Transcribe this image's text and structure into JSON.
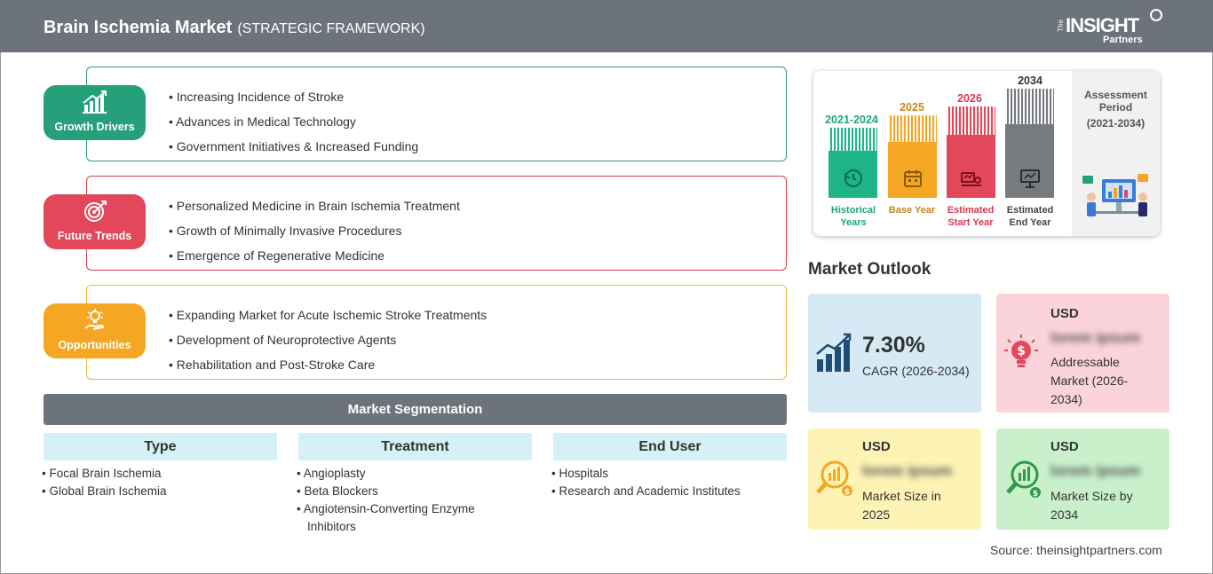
{
  "header": {
    "title": "Brain Ischemia Market",
    "subtitle": "(STRATEGIC FRAMEWORK)",
    "logo_the": "The",
    "logo_insight": "INSIGHT",
    "logo_partners": "Partners"
  },
  "framework": {
    "growth_drivers": {
      "label": "Growth Drivers",
      "items": [
        "Increasing Incidence of Stroke",
        "Advances in Medical Technology",
        "Government Initiatives & Increased Funding"
      ]
    },
    "future_trends": {
      "label": "Future Trends",
      "items": [
        "Personalized Medicine in Brain Ischemia Treatment",
        "Growth of Minimally Invasive Procedures",
        "Emergence of Regenerative Medicine"
      ]
    },
    "opportunities": {
      "label": "Opportunities",
      "items": [
        "Expanding Market for Acute Ischemic Stroke Treatments",
        "Development of Neuroprotective Agents",
        "Rehabilitation and Post-Stroke Care"
      ]
    }
  },
  "segmentation": {
    "title": "Market Segmentation",
    "columns": [
      {
        "header": "Type",
        "items": [
          "Focal Brain Ischemia",
          "Global Brain Ischemia"
        ]
      },
      {
        "header": "Treatment",
        "items": [
          "Angioplasty",
          "Beta Blockers",
          "Angiotensin-Converting Enzyme Inhibitors"
        ]
      },
      {
        "header": "End User",
        "items": [
          "Hospitals",
          "Research and Academic Institutes"
        ]
      }
    ]
  },
  "timeline": {
    "years": [
      {
        "year": "2021-2024",
        "label": "Historical Years",
        "color": "#1fb487"
      },
      {
        "year": "2025",
        "label": "Base Year",
        "color": "#f5a623"
      },
      {
        "year": "2026",
        "label": "Estimated Start Year",
        "color": "#e2475a"
      },
      {
        "year": "2034",
        "label": "Estimated End Year",
        "color": "#777b80"
      }
    ],
    "assessment_label": "Assessment Period",
    "assessment_range": "(2021-2034)"
  },
  "outlook": {
    "title": "Market Outlook",
    "cagr_value": "7.30%",
    "cagr_label": "CAGR (2026-2034)",
    "addressable": {
      "currency": "USD",
      "value": "lorem ipsum",
      "label": "Addressable Market (2026-2034)"
    },
    "size_2025": {
      "currency": "USD",
      "value": "lorem ipsum",
      "label": "Market Size in 2025"
    },
    "size_2034": {
      "currency": "USD",
      "value": "lorem ipsum",
      "label": "Market Size by 2034"
    }
  },
  "source": "Source: theinsightpartners.com",
  "colors": {
    "header_bg": "#6d737b",
    "green": "#25a07a",
    "red": "#e2475a",
    "yellow": "#f5a623",
    "cagr_box": "#d5eaf5",
    "addressable_box": "#fad4da",
    "size2025_box": "#fdf3b5",
    "size2034_box": "#c9f0cb"
  }
}
